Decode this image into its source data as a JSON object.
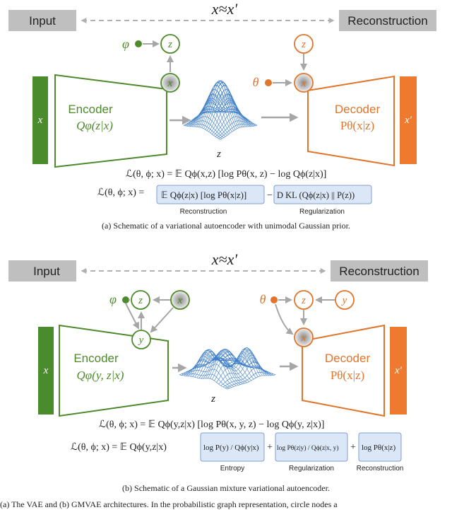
{
  "colors": {
    "green": "#4e8a2c",
    "green_bar": "#4a8b2d",
    "orange": "#e0752b",
    "orange_bar": "#ee7a30",
    "gray_box": "#bfbfbf",
    "gray_arrow": "#a6a6a6",
    "blue_surface": "#3f7fc8",
    "highlight_fill": "#dbe6f6",
    "highlight_stroke": "#7f9fd0"
  },
  "icons": {
    "arrow": "gray-arrow-icon",
    "node": "circle-node-icon"
  },
  "panel_a": {
    "approx": "x≈x′",
    "input_label": "Input",
    "recon_label": "Reconstruction",
    "x_bar": "x",
    "xprime_bar": "x′",
    "phi": "φ",
    "theta": "θ",
    "node_z_left": "z",
    "node_x_left": "x",
    "node_z_right": "z",
    "node_x_right": "x",
    "encoder_title": "Encoder",
    "encoder_sub": "Qφ(z|x)",
    "decoder_title": "Decoder",
    "decoder_sub": "Pθ(x|z)",
    "latent_z": "z",
    "eq1": "ℒ(θ, ϕ; x) = 𝔼 Qϕ(x,z) [log Pθ(x, z) − log Qϕ(z|x)]",
    "eq2_lhs": "ℒ(θ, ϕ; x) =",
    "eq2_term1": "𝔼 Qϕ(z|x) [log Pθ(x|z)]",
    "eq2_minus": "−",
    "eq2_term2": "D KL (Qϕ(z|x) || P(z))",
    "label_reconstruction": "Reconstruction",
    "label_regularization": "Regularization",
    "caption": "(a) Schematic of a variational autoencoder with unimodal Gaussian prior."
  },
  "panel_b": {
    "approx": "x≈x′",
    "input_label": "Input",
    "recon_label": "Reconstruction",
    "x_bar": "x",
    "xprime_bar": "x′",
    "phi": "φ",
    "theta": "θ",
    "node_z_left": "z",
    "node_x_left": "x",
    "node_y_left": "y",
    "node_z_right": "z",
    "node_y_right": "y",
    "node_x_right": "x",
    "encoder_title": "Encoder",
    "encoder_sub": "Qφ(y, z|x)",
    "decoder_title": "Decoder",
    "decoder_sub": "Pθ(x|z)",
    "latent_z": "z",
    "eq1": "ℒ(θ, ϕ; x) = 𝔼 Qϕ(y,z|x) [log Pθ(x, y, z) − log Qϕ(y, z|x)]",
    "eq2_lhs": "ℒ(θ, ϕ; x) = 𝔼 Qϕ(y,z|x)",
    "eq2_term1": "log P(y) / Qϕ(y|x)",
    "eq2_plus1": "+",
    "eq2_term2": "log Pθ(z|y) / Qϕ(z|x, y)",
    "eq2_plus2": "+",
    "eq2_term3": "log Pθ(x|z)",
    "label_entropy": "Entropy",
    "label_regularization": "Regularization",
    "label_reconstruction": "Reconstruction",
    "caption": "(b) Schematic of a Gaussian mixture variational autoencoder."
  },
  "bottom_caption": "(a) The VAE and (b) GMVAE architectures. In the probabilistic graph representation, circle nodes a"
}
